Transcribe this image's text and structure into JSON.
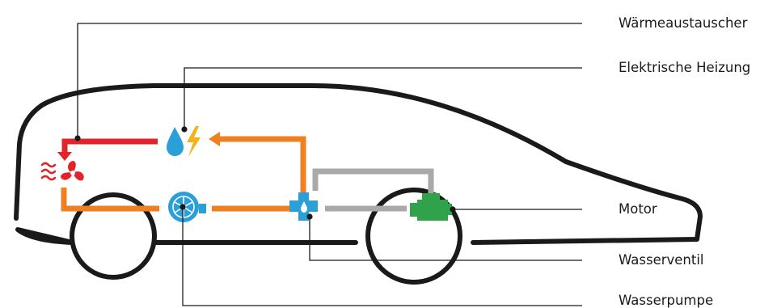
{
  "labels": {
    "heat_exchanger": "Wärmeaustauscher",
    "electric_heater": "Elektrische Heizung",
    "engine": "Motor",
    "water_valve": "Wasserventil",
    "water_pump": "Wasserpumpe"
  },
  "colors": {
    "hot_flow": "#e3232b",
    "warm_flow": "#f07f21",
    "bypass": "#a9a9a9",
    "pump_valve_blue": "#2a9fd8",
    "engine_green": "#2fa24a",
    "bolt_yellow": "#f5b21a",
    "outline": "#1a1a1a"
  },
  "icons": {
    "heat_exchanger": "heat-waves-fan-icon",
    "electric_heater": "water-drop-lightning-icon",
    "water_pump": "pump-icon",
    "water_valve": "valve-icon",
    "engine": "engine-icon"
  }
}
